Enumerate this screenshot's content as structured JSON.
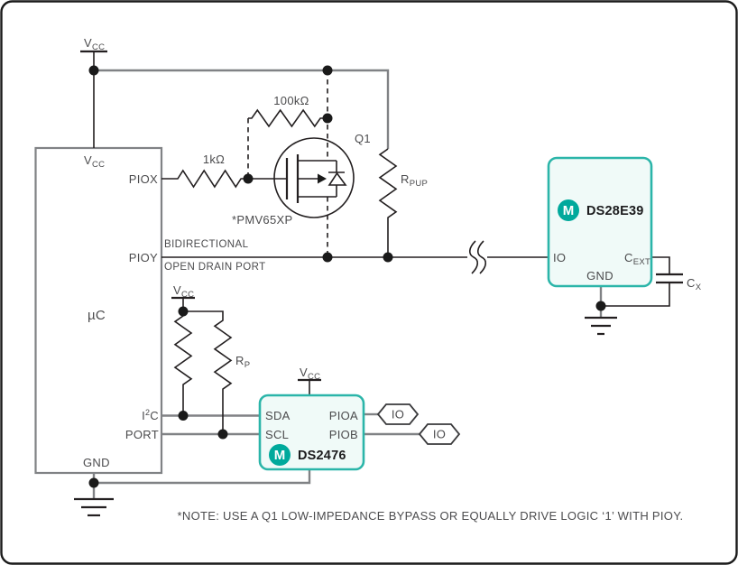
{
  "colors": {
    "teal_logo": "#00A99C",
    "teal_border": "#2BB5A9",
    "chip_fill": "#F0FAF8",
    "wire_gray": "#808285",
    "wire_black": "#231F20",
    "label_gray": "#4B4B4D"
  },
  "power": {
    "vcc": "V",
    "vcc_sub": "CC"
  },
  "mcu": {
    "label": "µC",
    "pin_vcc": "V",
    "pin_vcc_sub": "CC",
    "pin_piox": "PIOX",
    "pin_pioy": "PIOY",
    "pin_i2c_1": "I",
    "pin_i2c_sup": "2",
    "pin_i2c_2": "C",
    "pin_port": "PORT",
    "pin_gnd": "GND"
  },
  "pioy_annotation": {
    "line1": "BIDIRECTIONAL",
    "line2": "OPEN DRAIN PORT"
  },
  "resistors": {
    "series": "1kΩ",
    "gate": "100kΩ",
    "pullup": "R",
    "pullup_sub": "PUP",
    "i2c": "R",
    "i2c_sub": "P"
  },
  "q1": {
    "ref": "Q1",
    "part": "*PMV65XP"
  },
  "ds28e39": {
    "name": "DS28E39",
    "logo": "M",
    "pin_io": "IO",
    "pin_gnd": "GND",
    "pin_cext": "C",
    "pin_cext_sub": "EXT"
  },
  "cap": {
    "name": "C",
    "name_sub": "X"
  },
  "ds2476": {
    "name": "DS2476",
    "logo": "M",
    "pin_sda": "SDA",
    "pin_scl": "SCL",
    "pin_pioa": "PIOA",
    "pin_piob": "PIOB"
  },
  "io_flags": {
    "a": "IO",
    "b": "IO"
  },
  "note": "*NOTE: USE A Q1 LOW-IMPEDANCE BYPASS OR EQUALLY DRIVE LOGIC ‘1’ WITH PIOY."
}
